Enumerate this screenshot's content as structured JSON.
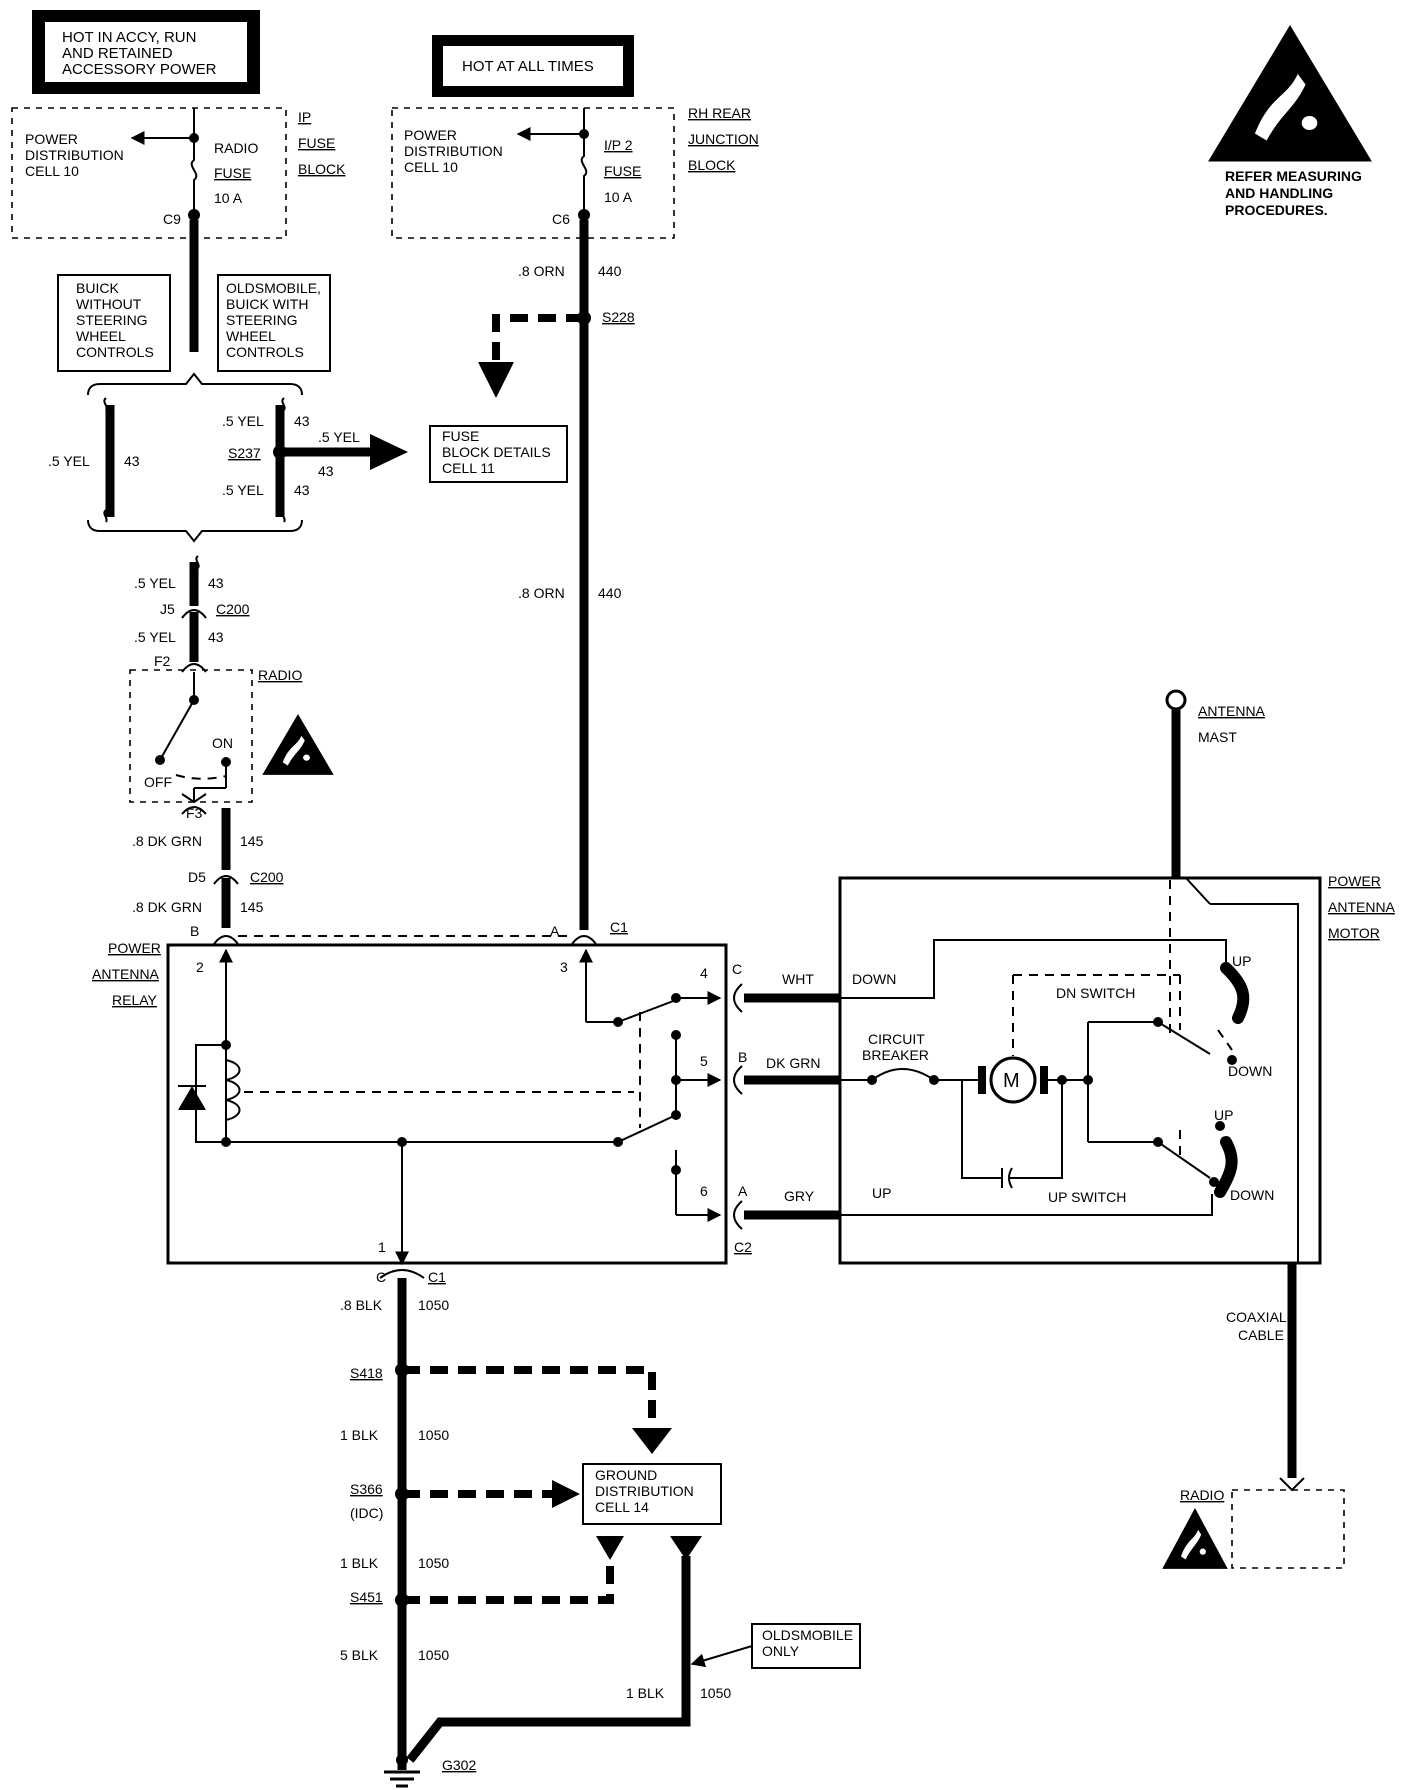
{
  "boxes": {
    "hot_accy": [
      "HOT IN ACCY, RUN",
      "AND RETAINED",
      "ACCESSORY POWER"
    ],
    "hot_all": "HOT AT ALL TIMES",
    "buick_without": [
      "BUICK",
      "WITHOUT",
      "STEERING",
      "WHEEL",
      "CONTROLS"
    ],
    "olds_buick_with": [
      "OLDSMOBILE,",
      "BUICK WITH",
      "STEERING",
      "WHEEL",
      "CONTROLS"
    ],
    "fuse_block_details": [
      "FUSE",
      "BLOCK DETAILS",
      "CELL 11"
    ],
    "ground_distribution": [
      "GROUND",
      "DISTRIBUTION",
      "CELL 14"
    ],
    "olds_only": [
      "OLDSMOBILE",
      "ONLY"
    ]
  },
  "ip_block": {
    "pdc": [
      "POWER",
      "DISTRIBUTION",
      "CELL 10"
    ],
    "fuse": [
      "RADIO",
      "FUSE",
      "10 A"
    ],
    "side": [
      "IP",
      "FUSE",
      "BLOCK"
    ],
    "conn": "C9"
  },
  "rh_block": {
    "pdc": [
      "POWER",
      "DISTRIBUTION",
      "CELL 10"
    ],
    "fuse": [
      "I/P 2",
      "FUSE",
      "10 A"
    ],
    "side": [
      "RH REAR",
      "JUNCTION",
      "BLOCK"
    ],
    "conn": "C6"
  },
  "esd_warning": [
    "REFER MEASURING",
    "AND HANDLING",
    "PROCEDURES."
  ],
  "wires": {
    "orn_color": ".8 ORN",
    "orn_num": "440",
    "yel_color": ".5 YEL",
    "yel_num": "43",
    "dkgrn_color": ".8 DK GRN",
    "dkgrn_num": "145",
    "blk08_color": ".8 BLK",
    "blk1_color": "1 BLK",
    "blk5_color": "5 BLK",
    "blk_num": "1050",
    "wht": "WHT",
    "dk_grn": "DK GRN",
    "gry": "GRY"
  },
  "splices": {
    "s228": "S228",
    "s237": "S237",
    "s418": "S418",
    "s366": "S366",
    "idc": "(IDC)",
    "s451": "S451",
    "g302": "G302"
  },
  "connectors": {
    "j5": "J5",
    "c200": "C200",
    "f2": "F2",
    "f3": "F3",
    "d5": "D5",
    "b": "B",
    "a": "A",
    "c1": "C1",
    "c": "C",
    "c2": "C2"
  },
  "radio_switch": {
    "title": "RADIO",
    "off": "OFF",
    "on": "ON"
  },
  "relay": {
    "label": [
      "POWER",
      "ANTENNA",
      "RELAY"
    ],
    "pins": {
      "p1": "1",
      "p2": "2",
      "p3": "3",
      "p4": "4",
      "p5": "5",
      "p6": "6"
    }
  },
  "motor": {
    "label": [
      "POWER",
      "ANTENNA",
      "MOTOR"
    ],
    "down": "DOWN",
    "up": "UP",
    "circuit_breaker": [
      "CIRCUIT",
      "BREAKER"
    ],
    "motor_symbol": "M",
    "dn_switch": "DN SWITCH",
    "up_switch": "UP SWITCH"
  },
  "antenna_mast": [
    "ANTENNA",
    "MAST"
  ],
  "coaxial_cable": [
    "COAXIAL",
    "CABLE"
  ],
  "radio_bottom": "RADIO"
}
